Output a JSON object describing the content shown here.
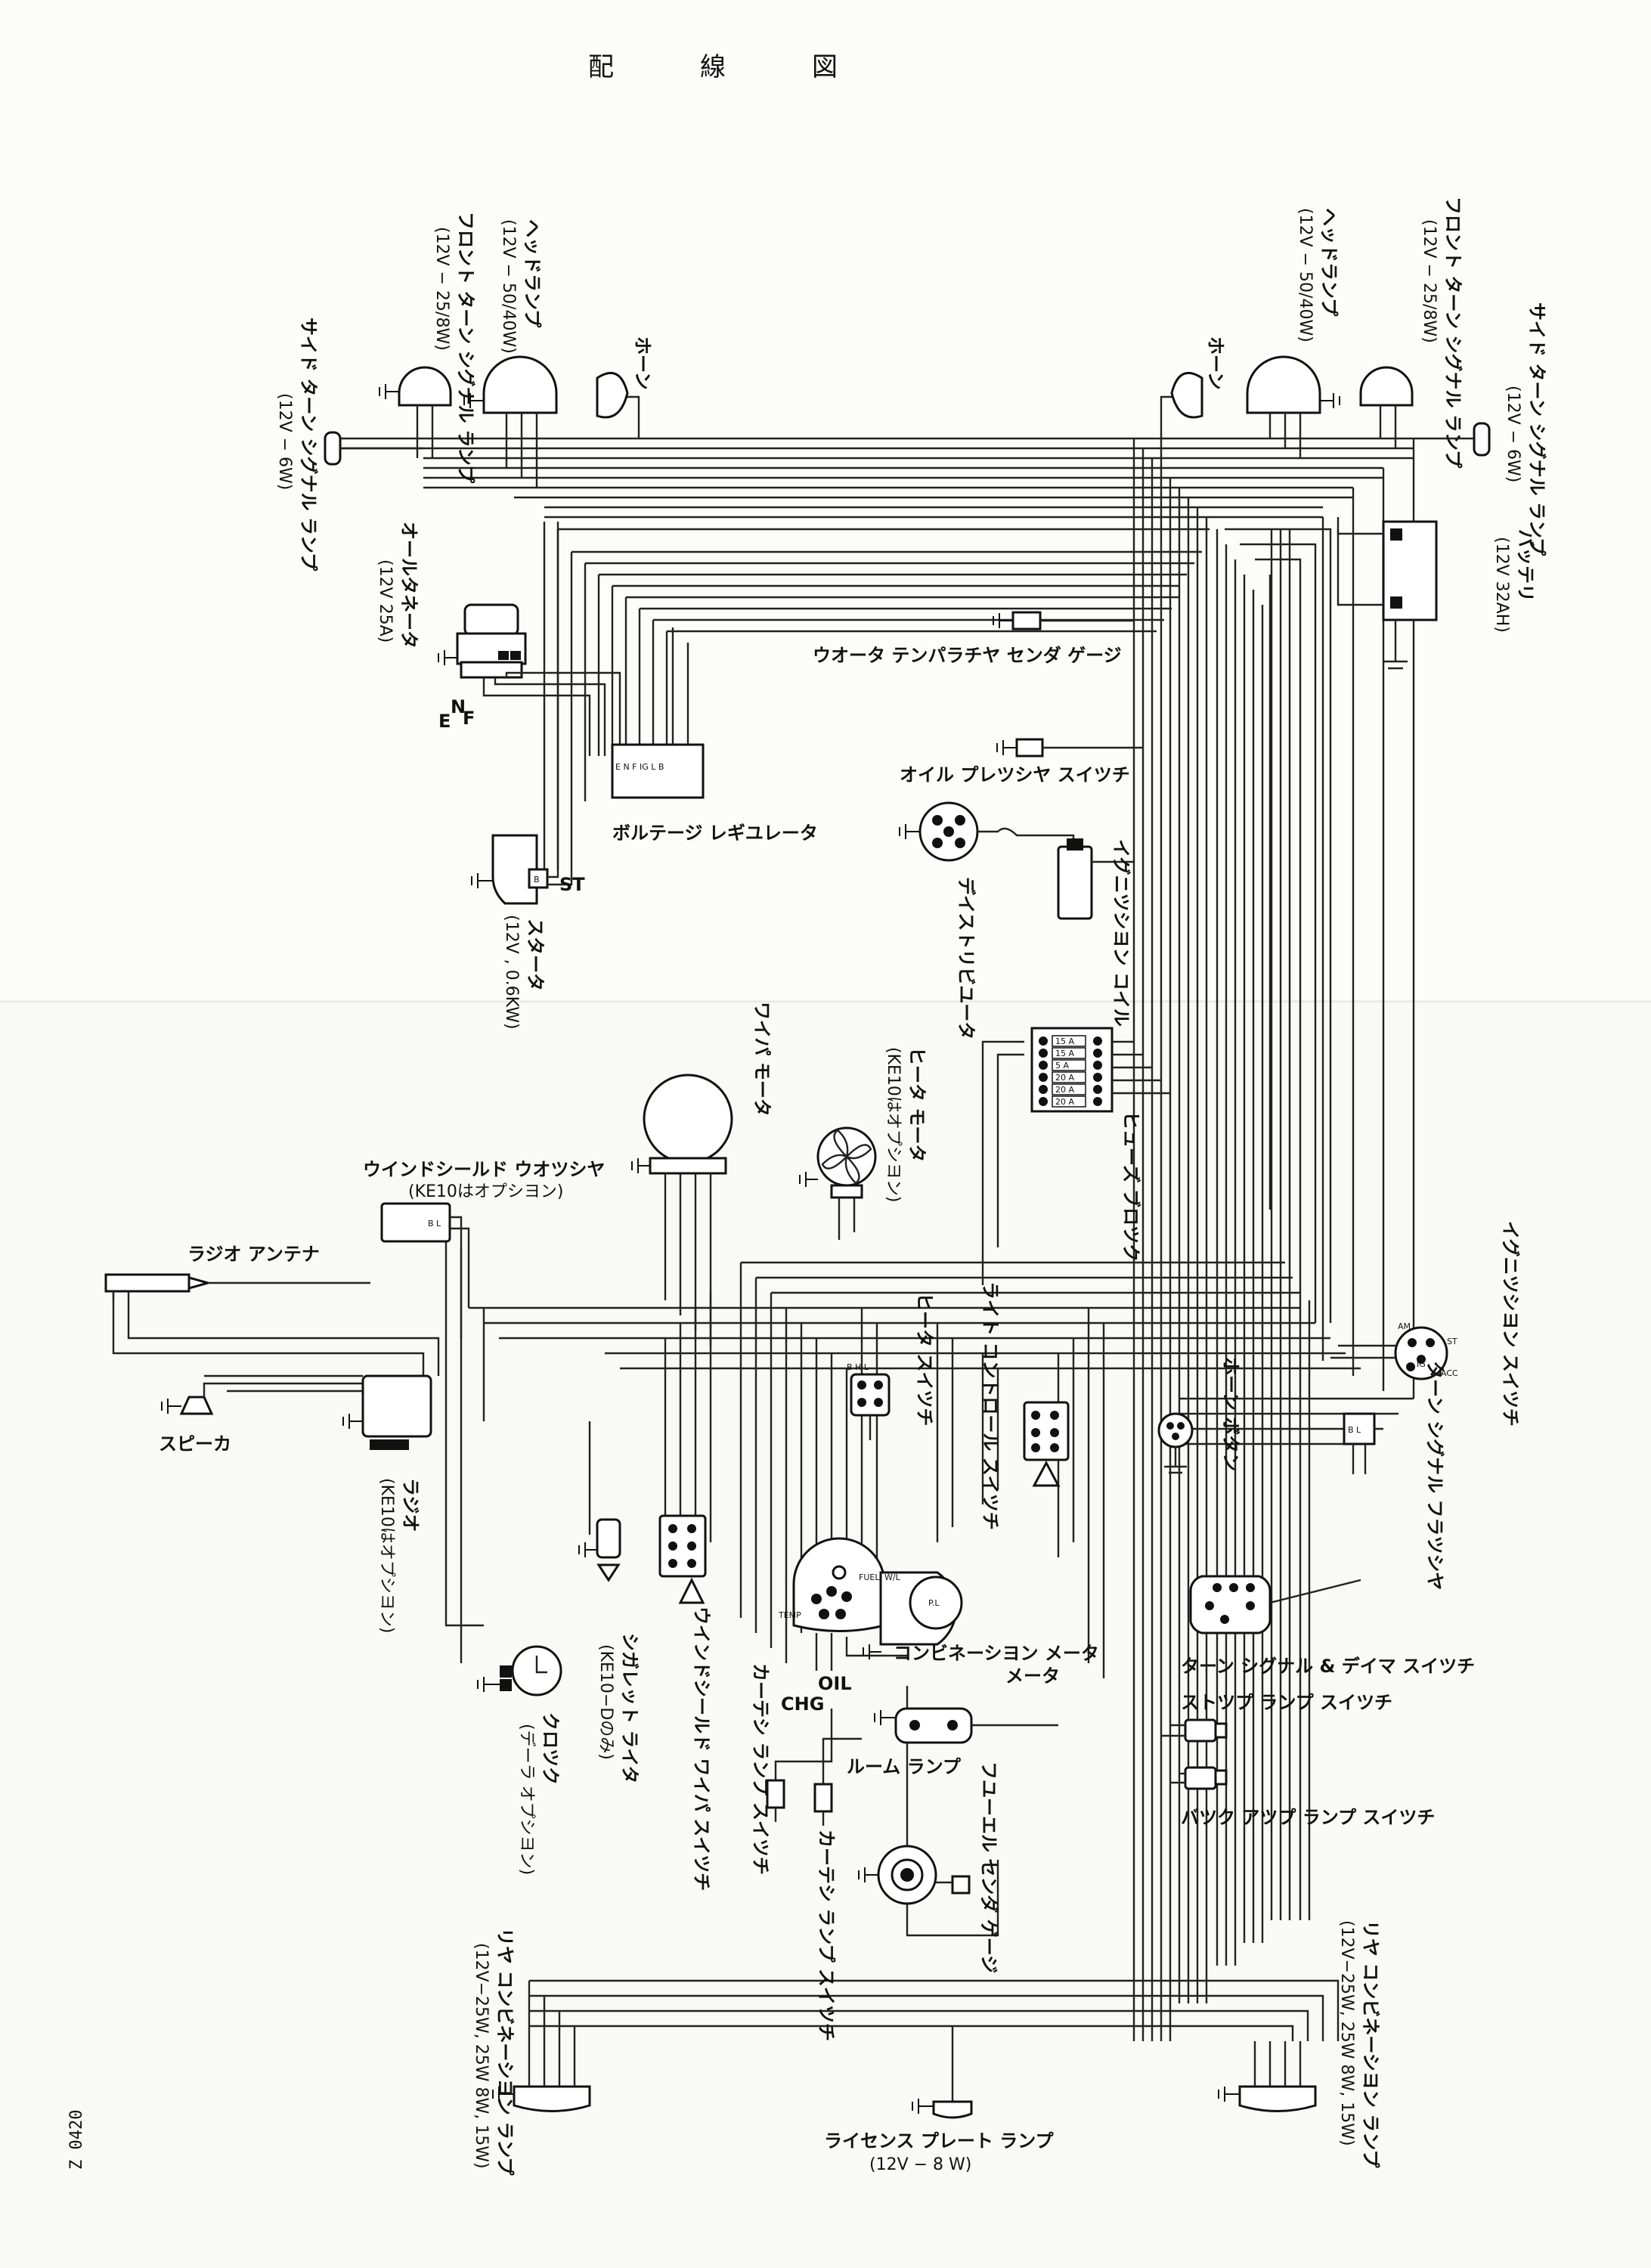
{
  "title": "配　線　図",
  "doc_code": "Z 0420",
  "labels": {
    "side_turn_left": "サイド ターン シグナル ランプ",
    "side_turn_left_spec": "(12V − 6W)",
    "front_turn_left": "フロント ターン シグナル ランプ",
    "front_turn_left_spec": "(12V − 25/8W)",
    "headlamp_left": "ヘッドランプ",
    "headlamp_left_spec": "(12V − 50/40W)",
    "horn_left": "ホーン",
    "horn_right": "ホーン",
    "headlamp_right": "ヘッドランプ",
    "headlamp_right_spec": "(12V − 50/40W)",
    "front_turn_right": "フロント ターン シグナル ランプ",
    "front_turn_right_spec": "(12V − 25/8W)",
    "side_turn_right": "サイド ターン シグナル ランプ",
    "side_turn_right_spec": "(12V − 6W)",
    "battery": "バッテリ",
    "battery_spec": "(12V 32AH)",
    "alternator": "オールタネータ",
    "alternator_spec": "(12V 25A)",
    "alt_terminals": [
      "F",
      "N",
      "E"
    ],
    "water_temp_gauge": "ウオータ テンパラチヤ センダ ゲージ",
    "oil_pressure_switch": "オイル プレツシヤ スイツチ",
    "voltage_regulator": "ボルテージ レギユレータ",
    "distributor": "デイストリビユータ",
    "ignition_coil": "イグニツシヨン コイル",
    "starter": "スタータ",
    "starter_spec": "(12V , 0.6KW)",
    "starter_terminal": "ST",
    "wiper_motor": "ワイパ モータ",
    "heater_motor": "ヒータ モータ",
    "heater_motor_note": "(KE10はオプシヨン)",
    "fuse_block": "ヒューズ ブロツク",
    "fuses": [
      "15 A",
      "15 A",
      "5 A",
      "20 A",
      "20 A",
      "20 A"
    ],
    "washer": "ウインドシールド ウオツシヤ",
    "washer_note": "(KE10はオプシヨン)",
    "radio_antenna": "ラジオ アンテナ",
    "speaker": "スピーカ",
    "radio": "ラジオ",
    "radio_note": "(KE10はオプシヨン)",
    "ignition_switch": "イグニツシヨン スイツチ",
    "ign_terminals": [
      "AM",
      "IG",
      "ST",
      "ACC"
    ],
    "horn_button": "ホーン ボタン",
    "turn_flasher": "ターン シグナル フラツシヤ",
    "turn_flasher_terminals": "B  L",
    "light_control_switch": "ライト コントロール スイツチ",
    "heater_switch": "ヒータ スイツチ",
    "heater_switch_terminals": "B H L",
    "cigarette_lighter": "シガレット ライタ",
    "cigarette_lighter_note": "(KE10−Dのみ)",
    "wiper_switch": "ウインドシールド ワイパ スイツチ",
    "clock": "クロツク",
    "clock_note": "(デーラ オプシヨン)",
    "courtesy_switch_left": "カーテシ ランプ スイツチ",
    "oil": "OIL",
    "chg": "CHG",
    "combination_meter": "コンビネーシヨン メータ",
    "meter_terminals": [
      "FUEL",
      "W/L",
      "TEMP"
    ],
    "turn_dimmer_switch": "ターン シグナル & デイマ スイツチ",
    "stop_lamp_switch": "ストツプ ランプ スイツチ",
    "room_lamp": "ルーム ランプ",
    "fuel_sender": "フユーエル センダ ゲージ",
    "courtesy_switch_center": "カーテシ ランプ スイツチ",
    "backup_switch": "バツク アツプ ランプ スイツチ",
    "rear_combo_right": "リヤ コンビネーシヨン ランプ",
    "rear_combo_right_spec": "(12V−25W, 25W 8W, 15W)",
    "rear_combo_left": "リヤ コンビネーシヨン ランプ",
    "rear_combo_left_spec": "(12V−25W, 25W 8W, 15W)",
    "license_lamp": "ライセンス プレート ランプ",
    "license_lamp_spec": "(12V − 8 W)"
  },
  "colors": {
    "ink": "#111111",
    "paper": "#fcfcfb"
  }
}
